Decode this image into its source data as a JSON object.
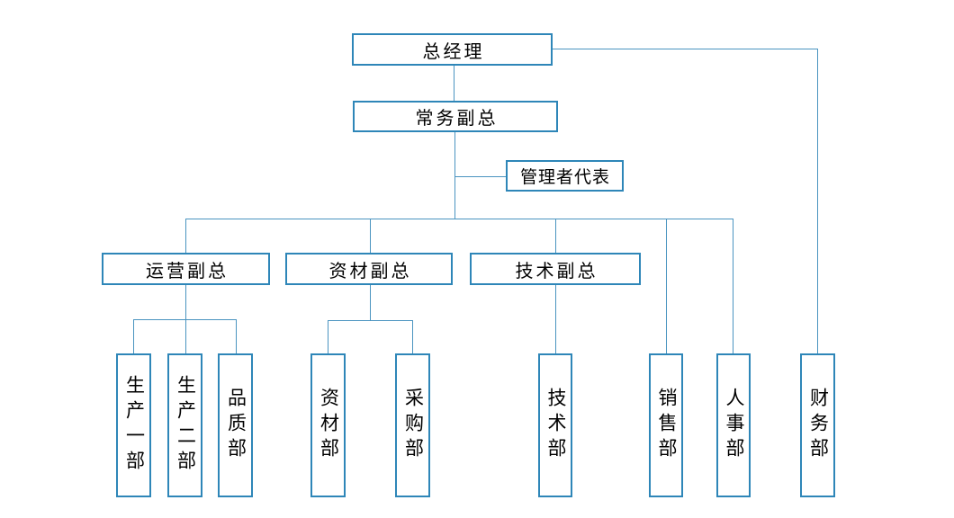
{
  "diagram_type": "org-chart",
  "nodes": {
    "general_manager": {
      "label": "总经理",
      "level": 1
    },
    "executive_vp": {
      "label": "常务副总",
      "level": 2
    },
    "management_rep": {
      "label": "管理者代表",
      "level": 2
    },
    "operations_vp": {
      "label": "运营副总",
      "level": 3
    },
    "materials_vp": {
      "label": "资材副总",
      "level": 3
    },
    "technology_vp": {
      "label": "技术副总",
      "level": 3
    },
    "production_dept_1": {
      "label": "生产一部",
      "level": 4
    },
    "production_dept_2": {
      "label": "生产二部",
      "level": 4
    },
    "quality_dept": {
      "label": "品质部",
      "level": 4
    },
    "materials_dept": {
      "label": "资材部",
      "level": 4
    },
    "purchasing_dept": {
      "label": "采购部",
      "level": 4
    },
    "technology_dept": {
      "label": "技术部",
      "level": 4
    },
    "sales_dept": {
      "label": "销售部",
      "level": 4
    },
    "hr_dept": {
      "label": "人事部",
      "level": 4
    },
    "finance_dept": {
      "label": "财务部",
      "level": 4
    }
  },
  "edges": [
    {
      "from": "general_manager",
      "to": "executive_vp"
    },
    {
      "from": "general_manager",
      "to": "finance_dept"
    },
    {
      "from": "executive_vp",
      "to": "management_rep"
    },
    {
      "from": "executive_vp",
      "to": "operations_vp"
    },
    {
      "from": "executive_vp",
      "to": "materials_vp"
    },
    {
      "from": "executive_vp",
      "to": "technology_vp"
    },
    {
      "from": "executive_vp",
      "to": "sales_dept"
    },
    {
      "from": "executive_vp",
      "to": "hr_dept"
    },
    {
      "from": "operations_vp",
      "to": "production_dept_1"
    },
    {
      "from": "operations_vp",
      "to": "production_dept_2"
    },
    {
      "from": "operations_vp",
      "to": "quality_dept"
    },
    {
      "from": "materials_vp",
      "to": "materials_dept"
    },
    {
      "from": "materials_vp",
      "to": "purchasing_dept"
    },
    {
      "from": "technology_vp",
      "to": "technology_dept"
    }
  ],
  "colors": {
    "box_border": "#2e86b8",
    "connector": "#4a94c0",
    "text": "#000000",
    "background": "#ffffff"
  }
}
